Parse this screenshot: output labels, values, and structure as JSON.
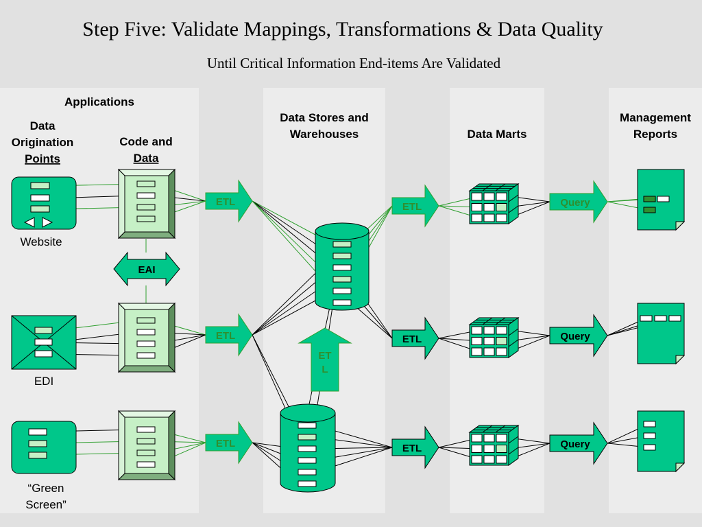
{
  "title": "Step Five: Validate Mappings, Transformations & Data Quality",
  "subtitle": "Until Critical Information End-items Are Validated",
  "headers": {
    "applications": "Applications",
    "origination_1": "Data",
    "origination_2": "Origination",
    "origination_3": "Points",
    "code_1": "Code and",
    "code_2": "Data",
    "stores_1": "Data Stores and",
    "stores_2": "Warehouses",
    "marts": "Data Marts",
    "reports_1": "Management",
    "reports_2": "Reports"
  },
  "sources": {
    "website": "Website",
    "edi": "EDI",
    "green_screen_1": "“Green",
    "green_screen_2": "Screen”"
  },
  "arrows": {
    "eai": "EAI",
    "etl": "ETL",
    "etl_up_1": "ET",
    "etl_up_2": "L",
    "query": "Query"
  },
  "colors": {
    "background": "#e1e1e1",
    "column_band": "#ececec",
    "accent_green": "#00c78a",
    "light_green": "#c6f0c6",
    "dark_green": "#2f8f2f"
  }
}
